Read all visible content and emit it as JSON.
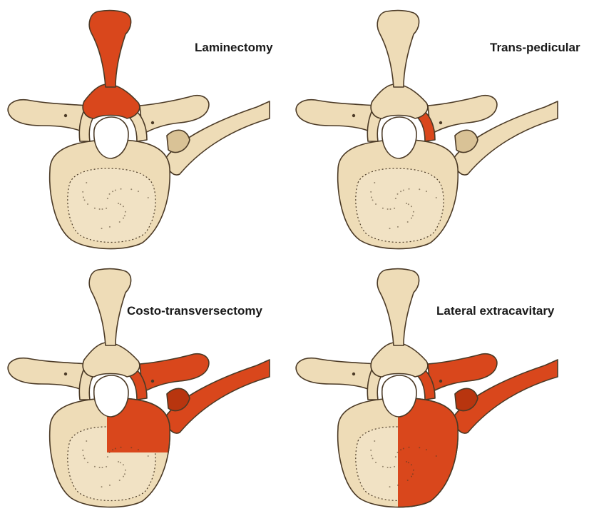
{
  "figure": {
    "panels": [
      {
        "id": "laminectomy",
        "label": "Laminectomy",
        "highlight": [
          "spinous",
          "lamina"
        ]
      },
      {
        "id": "trans-pedicular",
        "label": "Trans-pedicular",
        "highlight": [
          "pedicle-right"
        ]
      },
      {
        "id": "costo-transversectomy",
        "label": "Costo-transversectomy",
        "highlight": [
          "pedicle-right",
          "transverse-right",
          "rib",
          "body-quadrant"
        ]
      },
      {
        "id": "lateral-extracavitary",
        "label": "Lateral extracavitary",
        "highlight": [
          "pedicle-right",
          "transverse-right",
          "rib",
          "body-half"
        ]
      }
    ]
  },
  "colors": {
    "bone": "#eedcb7",
    "bone_shadow": "#d9c296",
    "body_inner": "#f1e2c4",
    "outline": "#4b3a26",
    "resection": "#d9471c",
    "resection_dark": "#b8350f",
    "background": "#ffffff"
  }
}
